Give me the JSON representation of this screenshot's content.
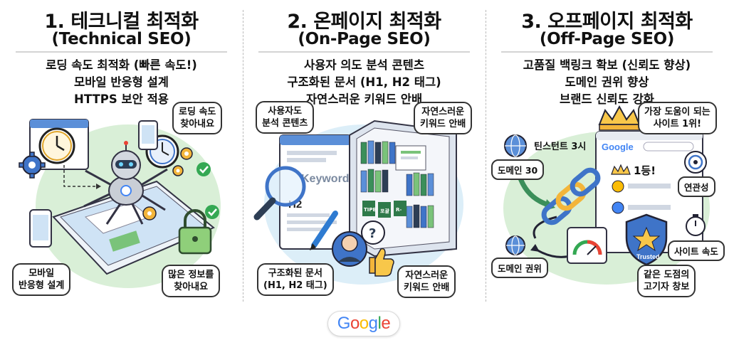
{
  "colors": {
    "accent_blue": "#4285F4",
    "green": "#34A853",
    "yellow": "#FBBC05",
    "red": "#EA4335",
    "blob_green": "#d9efd7",
    "blob_blue": "#dceef8"
  },
  "panels": [
    {
      "title1": "1. 테크니컬 최적화",
      "title2": "(Technical SEO)",
      "bullets": [
        "로딩 속도 최적화 (빠른 속도!)",
        "모바일 반응형 설계",
        "HTTPS 보안 적용"
      ],
      "callouts": {
        "top_right": [
          "로딩 속도",
          "찾아내요"
        ],
        "bottom_left": [
          "모바일",
          "반응형 설계"
        ],
        "bottom_right": [
          "많은 정보를",
          "찾아내요"
        ]
      },
      "icons": [
        "robot-spider-icon",
        "clock-icon",
        "gear-icon",
        "lock-icon",
        "tablet-icon",
        "phone-icon"
      ]
    },
    {
      "title1": "2. 온페이지 최적화",
      "title2": "(On-Page SEO)",
      "bullets": [
        "사용자 의도 분석 콘텐츠",
        "구조화된 문서 (H1, H2 태그)",
        "자연스러운 키워드 안배"
      ],
      "callouts": {
        "top_left": [
          "사용자도",
          "분석 콘텐츠"
        ],
        "top_right": [
          "자연스러운",
          "키워드 안배"
        ],
        "bottom_left": [
          "구조화된 문서",
          "(H1, H2 태그)"
        ],
        "bottom_right": [
          "자연스러운",
          "키워드 안배"
        ]
      },
      "doc_keyword": "Keywords",
      "doc_heading": "H2",
      "book_labels": [
        "TIPB",
        "포괄",
        "R-"
      ],
      "icons": [
        "magnifier-icon",
        "pen-icon",
        "bookshelf-icon",
        "question-icon",
        "thumbs-up-icon"
      ]
    },
    {
      "title1": "3. 오프페이지 최적화",
      "title2": "(Off-Page SEO)",
      "bullets": [
        "고품질 백링크 확보 (신뢰도 향상)",
        "도메인 권위 향상",
        "브랜드 신뢰도 강화"
      ],
      "callouts": {
        "top_right": [
          "가장 도움이 되는",
          "사이트 1위!"
        ],
        "bottom_right": [
          "같은 도점의",
          "고기자 창보"
        ]
      },
      "labels": {
        "tinstant": "틴스턴트 3시",
        "domain30": "도메인 30",
        "relevance": "연관성",
        "site_speed": "사이트 속도",
        "domain_authority": "도메인 권위",
        "rank1": "1등!",
        "trusted": "Trusted",
        "search_logo": "Google"
      },
      "icons": [
        "crown-icon",
        "chain-link-icon",
        "shield-icon",
        "target-icon",
        "stopwatch-icon",
        "globe-icon",
        "gauge-icon"
      ]
    }
  ],
  "footer": {
    "logo": "Google"
  }
}
